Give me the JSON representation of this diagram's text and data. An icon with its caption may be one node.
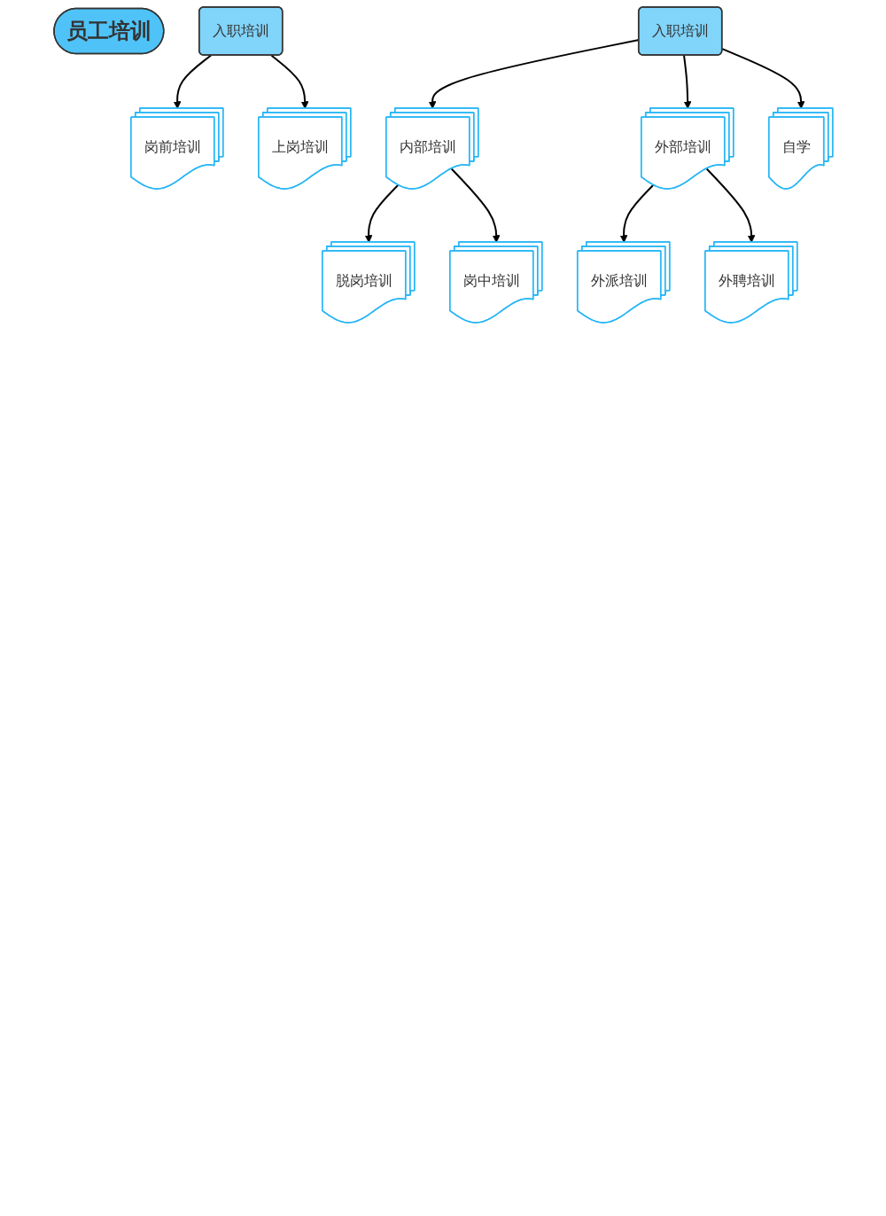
{
  "diagram": {
    "nodes": [
      {
        "text": [
          "员工培训"
        ]
      },
      {
        "text": [
          "入职培训"
        ]
      },
      {
        "text": [
          "岗前培训"
        ]
      },
      {
        "text": [
          "上岗培训"
        ]
      },
      {
        "text": [
          "入职培训"
        ]
      },
      {
        "text": [
          "内部培训"
        ]
      },
      {
        "text": [
          "外部培训"
        ]
      },
      {
        "text": [
          "自学"
        ]
      },
      {
        "text": [
          "脱岗培训"
        ]
      },
      {
        "text": [
          "岗中培训"
        ]
      },
      {
        "text": [
          "外派培训"
        ]
      },
      {
        "text": [
          "外聘培训"
        ]
      }
    ],
    "edges": [
      {
        "from": 1,
        "to": 2,
        "arrow": "to"
      },
      {
        "from": 1,
        "to": 3,
        "arrow": "to"
      },
      {
        "from": 4,
        "to": 5,
        "arrow": "to"
      },
      {
        "from": 4,
        "to": 6,
        "arrow": "to"
      },
      {
        "from": 4,
        "to": 7,
        "arrow": "to"
      },
      {
        "from": 5,
        "to": 8,
        "arrow": "to"
      },
      {
        "from": 5,
        "to": 9,
        "arrow": "to"
      },
      {
        "from": 6,
        "to": 10,
        "arrow": "to"
      },
      {
        "from": 6,
        "to": 11,
        "arrow": "to"
      }
    ]
  }
}
